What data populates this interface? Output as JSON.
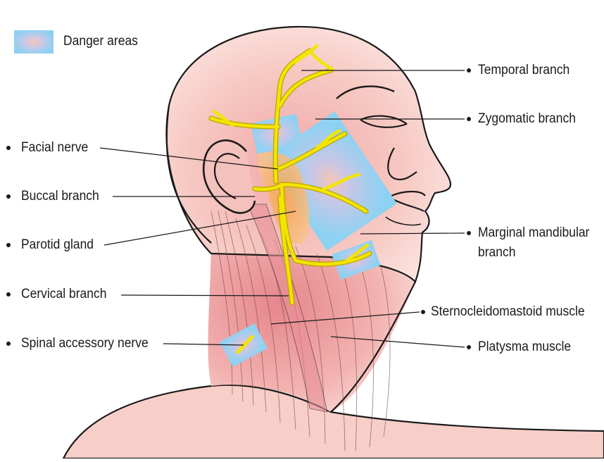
{
  "legend": {
    "label": "Danger areas",
    "swatch_icon": "danger-area-swatch"
  },
  "labels_left": [
    {
      "id": "facial-nerve",
      "text": "Facial nerve"
    },
    {
      "id": "buccal-branch",
      "text": "Buccal branch"
    },
    {
      "id": "parotid-gland",
      "text": "Parotid gland"
    },
    {
      "id": "cervical-branch",
      "text": "Cervical branch"
    },
    {
      "id": "spinal-accessory-nerve",
      "text": "Spinal accessory nerve"
    }
  ],
  "labels_right": [
    {
      "id": "temporal-branch",
      "text": "Temporal branch"
    },
    {
      "id": "zygomatic-branch",
      "text": "Zygomatic branch"
    },
    {
      "id": "marginal-mandibular-branch",
      "text": "Marginal mandibular",
      "text2": "branch"
    },
    {
      "id": "sternocleidomastoid-muscle",
      "text": "Sternocleidomastoid muscle"
    },
    {
      "id": "platysma-muscle",
      "text": "Platysma muscle"
    }
  ],
  "colors": {
    "skin_light": "#fbe3df",
    "skin_mid": "#f3b9b4",
    "skin_dark": "#e58e92",
    "nerve": "#f2e600",
    "nerve_outline": "#b8a400",
    "danger": "#8fd3f2",
    "parotid": "#f4a04a",
    "line": "#1a1a1a"
  }
}
